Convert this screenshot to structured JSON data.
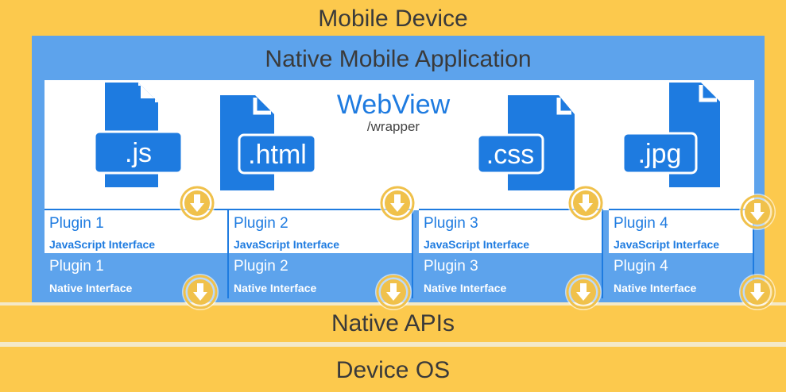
{
  "layers": {
    "mobile_device": "Mobile Device",
    "native_app": "Native Mobile Application",
    "native_apis": "Native APIs",
    "device_os": "Device OS"
  },
  "webview": {
    "title": "WebView",
    "subtitle": "/wrapper"
  },
  "files": [
    {
      "ext": ".js",
      "icon": "document-icon"
    },
    {
      "ext": ".html",
      "icon": "document-icon"
    },
    {
      "ext": ".css",
      "icon": "document-icon"
    },
    {
      "ext": ".jpg",
      "icon": "document-icon"
    }
  ],
  "plugins": [
    {
      "js_name": "Plugin 1",
      "js_sub": "JavaScript Interface",
      "nat_name": "Plugin 1",
      "nat_sub": "Native Interface"
    },
    {
      "js_name": "Plugin 2",
      "js_sub": "JavaScript Interface",
      "nat_name": "Plugin 2",
      "nat_sub": "Native Interface"
    },
    {
      "js_name": "Plugin 3",
      "js_sub": "JavaScript Interface",
      "nat_name": "Plugin 3",
      "nat_sub": "Native Interface"
    },
    {
      "js_name": "Plugin 4",
      "js_sub": "JavaScript Interface",
      "nat_name": "Plugin 4",
      "nat_sub": "Native Interface"
    }
  ],
  "arrow_icon": "down-arrow-icon",
  "colors": {
    "yellow": "#fcc94d",
    "blue": "#5da3ec",
    "dark_blue": "#1e7be0",
    "arrow_ring": "#f0c14b"
  }
}
